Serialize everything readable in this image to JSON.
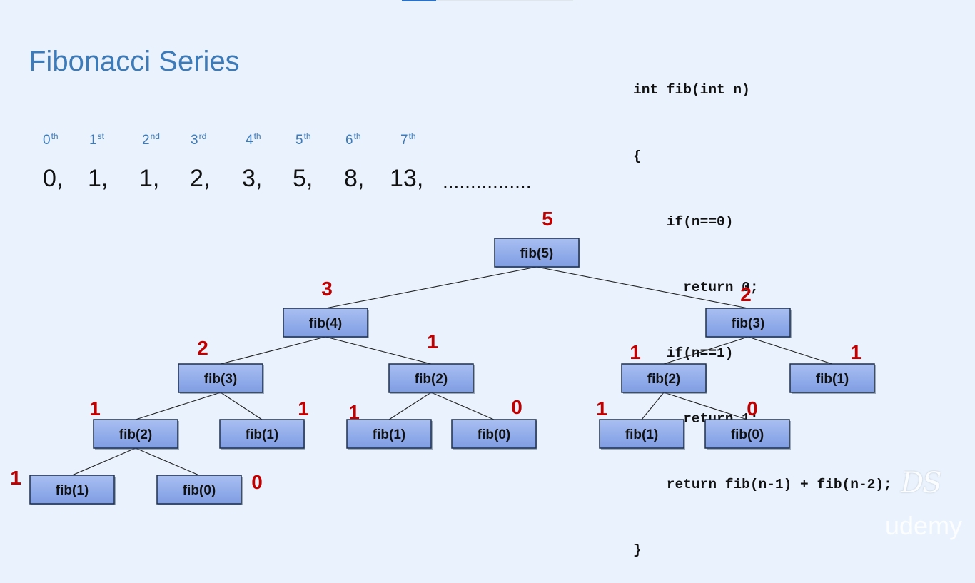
{
  "title": "Fibonacci Series",
  "ordinals": [
    {
      "num": "0",
      "suffix": "th"
    },
    {
      "num": "1",
      "suffix": "st"
    },
    {
      "num": "2",
      "suffix": "nd"
    },
    {
      "num": "3",
      "suffix": "rd"
    },
    {
      "num": "4",
      "suffix": "th"
    },
    {
      "num": "5",
      "suffix": "th"
    },
    {
      "num": "6",
      "suffix": "th"
    },
    {
      "num": "7",
      "suffix": "th"
    }
  ],
  "sequence": [
    "0,",
    "1,",
    "1,",
    "2,",
    "3,",
    "5,",
    "8,",
    "13,",
    "................"
  ],
  "code": [
    "int fib(int n)",
    "{",
    "    if(n==0)",
    "      return 0;",
    "    if(n==1)",
    "      return 1;",
    "    return fib(n-1) + fib(n-2);",
    "}"
  ],
  "tree": {
    "nodes": [
      {
        "id": "n5",
        "label": "fib(5)",
        "ret": "5",
        "parent": null
      },
      {
        "id": "n4",
        "label": "fib(4)",
        "ret": "3",
        "parent": "n5"
      },
      {
        "id": "n3r",
        "label": "fib(3)",
        "ret": "2",
        "parent": "n5"
      },
      {
        "id": "n3l",
        "label": "fib(3)",
        "ret": "2",
        "parent": "n4"
      },
      {
        "id": "n2m",
        "label": "fib(2)",
        "ret": "1",
        "parent": "n4"
      },
      {
        "id": "n2r",
        "label": "fib(2)",
        "ret": "1",
        "parent": "n3r"
      },
      {
        "id": "n1r",
        "label": "fib(1)",
        "ret": "1",
        "parent": "n3r"
      },
      {
        "id": "n2ll",
        "label": "fib(2)",
        "ret": "1",
        "parent": "n3l"
      },
      {
        "id": "n1l",
        "label": "fib(1)",
        "ret": "1",
        "parent": "n3l"
      },
      {
        "id": "n1m",
        "label": "fib(1)",
        "ret": "1",
        "parent": "n2m"
      },
      {
        "id": "n0m",
        "label": "fib(0)",
        "ret": "0",
        "parent": "n2m"
      },
      {
        "id": "n1rr",
        "label": "fib(1)",
        "ret": "1",
        "parent": "n2r"
      },
      {
        "id": "n0rr",
        "label": "fib(0)",
        "ret": "0",
        "parent": "n2r"
      },
      {
        "id": "n1b",
        "label": "fib(1)",
        "ret": "1",
        "parent": "n2ll"
      },
      {
        "id": "n0b",
        "label": "fib(0)",
        "ret": "0",
        "parent": "n2ll"
      }
    ]
  },
  "colors": {
    "background": "#eaf3fd",
    "title": "#3d7ab8",
    "node_fill": "#92acea",
    "node_border": "#1f2f4a",
    "return_value": "#c00000"
  },
  "watermark": "DS",
  "brand": "udemy"
}
